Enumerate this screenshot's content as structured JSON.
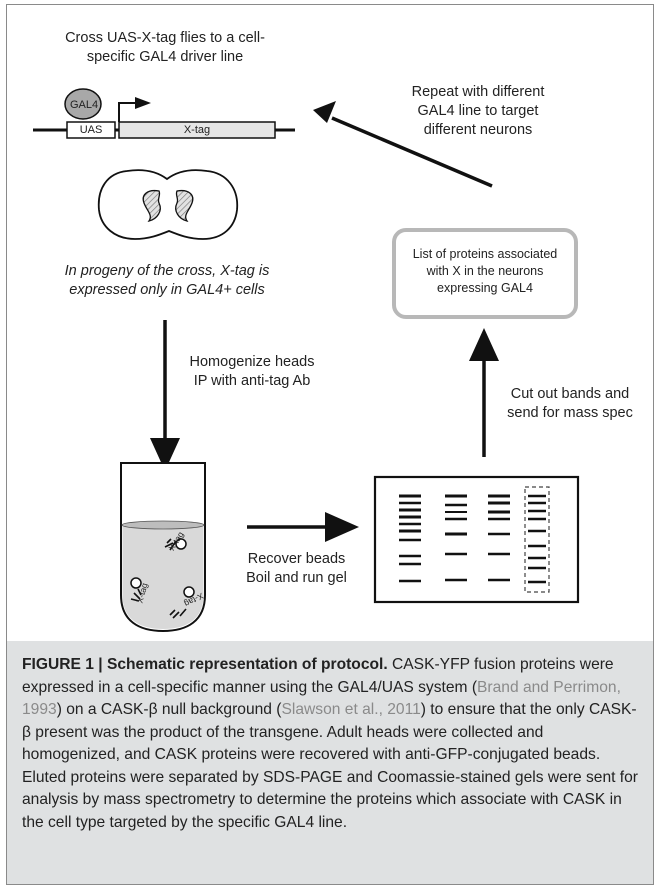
{
  "figure": {
    "step_cross_line1": "Cross UAS-X-tag flies to a cell-",
    "step_cross_line2": "specific GAL4 driver line",
    "gal4_label": "GAL4",
    "uas_label": "UAS",
    "xtag_label": "X-tag",
    "repeat_line1": "Repeat with different",
    "repeat_line2": "GAL4 line to  target",
    "repeat_line3": "different neurons",
    "progeny_line1": "In progeny of the cross, X-tag is",
    "progeny_line2": "expressed only in GAL4+ cells",
    "list_line1": "List of proteins associated",
    "list_line2": "with X in the neurons",
    "list_line3": "expressing GAL4",
    "homogenize_line1": "Homogenize heads",
    "homogenize_line2": "IP with anti-tag Ab",
    "cut_line1": "Cut out bands and",
    "cut_line2": "send for mass spec",
    "recover_line1": "Recover beads",
    "recover_line2": "Boil and run gel",
    "tube_tag": "X-tag"
  },
  "caption": {
    "heading": "FIGURE 1 | Schematic representation of protocol.",
    "t1": " CASK-YFP fusion proteins were expressed in a cell-specific manner using the GAL4/UAS system (",
    "c1": "Brand and Perrimon, 1993",
    "t2": ") on a CASK-β null background (",
    "c2": "Slawson et al., 2011",
    "t3": ") to ensure that the only CASK-β present was the product of the transgene. Adult heads were collected and homogenized, and CASK proteins were recovered with anti-GFP-conjugated beads. Eluted proteins were separated by SDS-PAGE and Coomassie-stained gels were sent for analysis by mass spectrometry to determine the proteins which associate with CASK in the cell type targeted by the specific GAL4 line."
  }
}
